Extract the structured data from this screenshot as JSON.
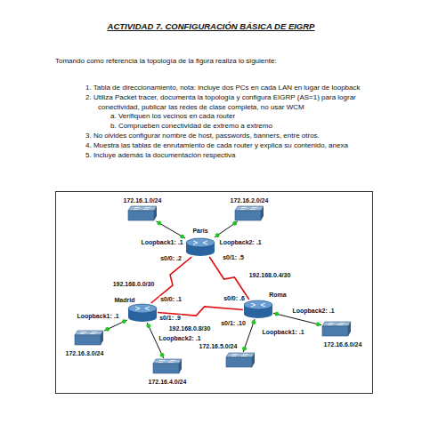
{
  "diagram": {
    "title": "ACTIVIDAD 7.  CONFIGURACIÓN BÁSICA DE EIGRP",
    "nodes": [
      {
        "text": [
          "172.16.1.0/24"
        ]
      },
      {
        "text": [
          "172.16.2.0/24"
        ]
      },
      {
        "text": [
          "Paris"
        ]
      },
      {
        "text": [
          "Madrid"
        ]
      },
      {
        "text": [
          "Roma"
        ]
      },
      {
        "text": [
          "172.16.3.0/24"
        ]
      },
      {
        "text": [
          "172.16.6.0/24"
        ]
      },
      {
        "text": [
          "172.16.5.0/24"
        ]
      },
      {
        "text": [
          "172.16.4.0/24"
        ]
      }
    ],
    "edges": [
      {
        "from": 0,
        "to": 2,
        "arrow": "none"
      },
      {
        "from": 1,
        "to": 2,
        "arrow": "none"
      },
      {
        "from": 2,
        "to": 3,
        "arrow": "none",
        "label": "192.168.0.0/30"
      },
      {
        "from": 2,
        "to": 4,
        "arrow": "none",
        "label": "192.168.0.4/30"
      },
      {
        "from": 3,
        "to": 4,
        "arrow": "none",
        "label": "192.168.0.8/30"
      },
      {
        "from": 3,
        "to": 5,
        "arrow": "none"
      },
      {
        "from": 3,
        "to": 8,
        "arrow": "none"
      },
      {
        "from": 4,
        "to": 6,
        "arrow": "none"
      },
      {
        "from": 4,
        "to": 7,
        "arrow": "none"
      }
    ],
    "labels": [
      "Tomando como referencia la topología de la figura realiza lo siguiente:",
      "1.  Tabla de direccionamiento, nota:  incluye dos PCs en cada LAN en lugar de loopback",
      "2.  Utiliza Packet tracer, documenta la  topología y configura EIGRP (AS=1) para lograr conectividad, publicar las redes de clase completa, no usar WCM",
      "a.  Verifiquen los vecinos en cada router",
      "b.  Comprueben conectividad de extremo a extremo",
      "3.  No olvides configurar nombre de host, passwords, banners, entre otros.",
      "4.  Muestra las tablas de enrutamiento de cada router y explica su contenido, anexa",
      "5.  Incluye además  la documentación respectiva",
      "Loopback1: .1",
      "Loopback2: .1",
      "s0/0: .2",
      "s0/1: .5",
      "s0/0: .1",
      "s0/1: .9",
      "Loopback1: .1",
      "Loopback2: .1",
      "s0/0: .6",
      "Loopback2: .1",
      "s0/1: .10",
      "Loopback1: .1"
    ]
  }
}
